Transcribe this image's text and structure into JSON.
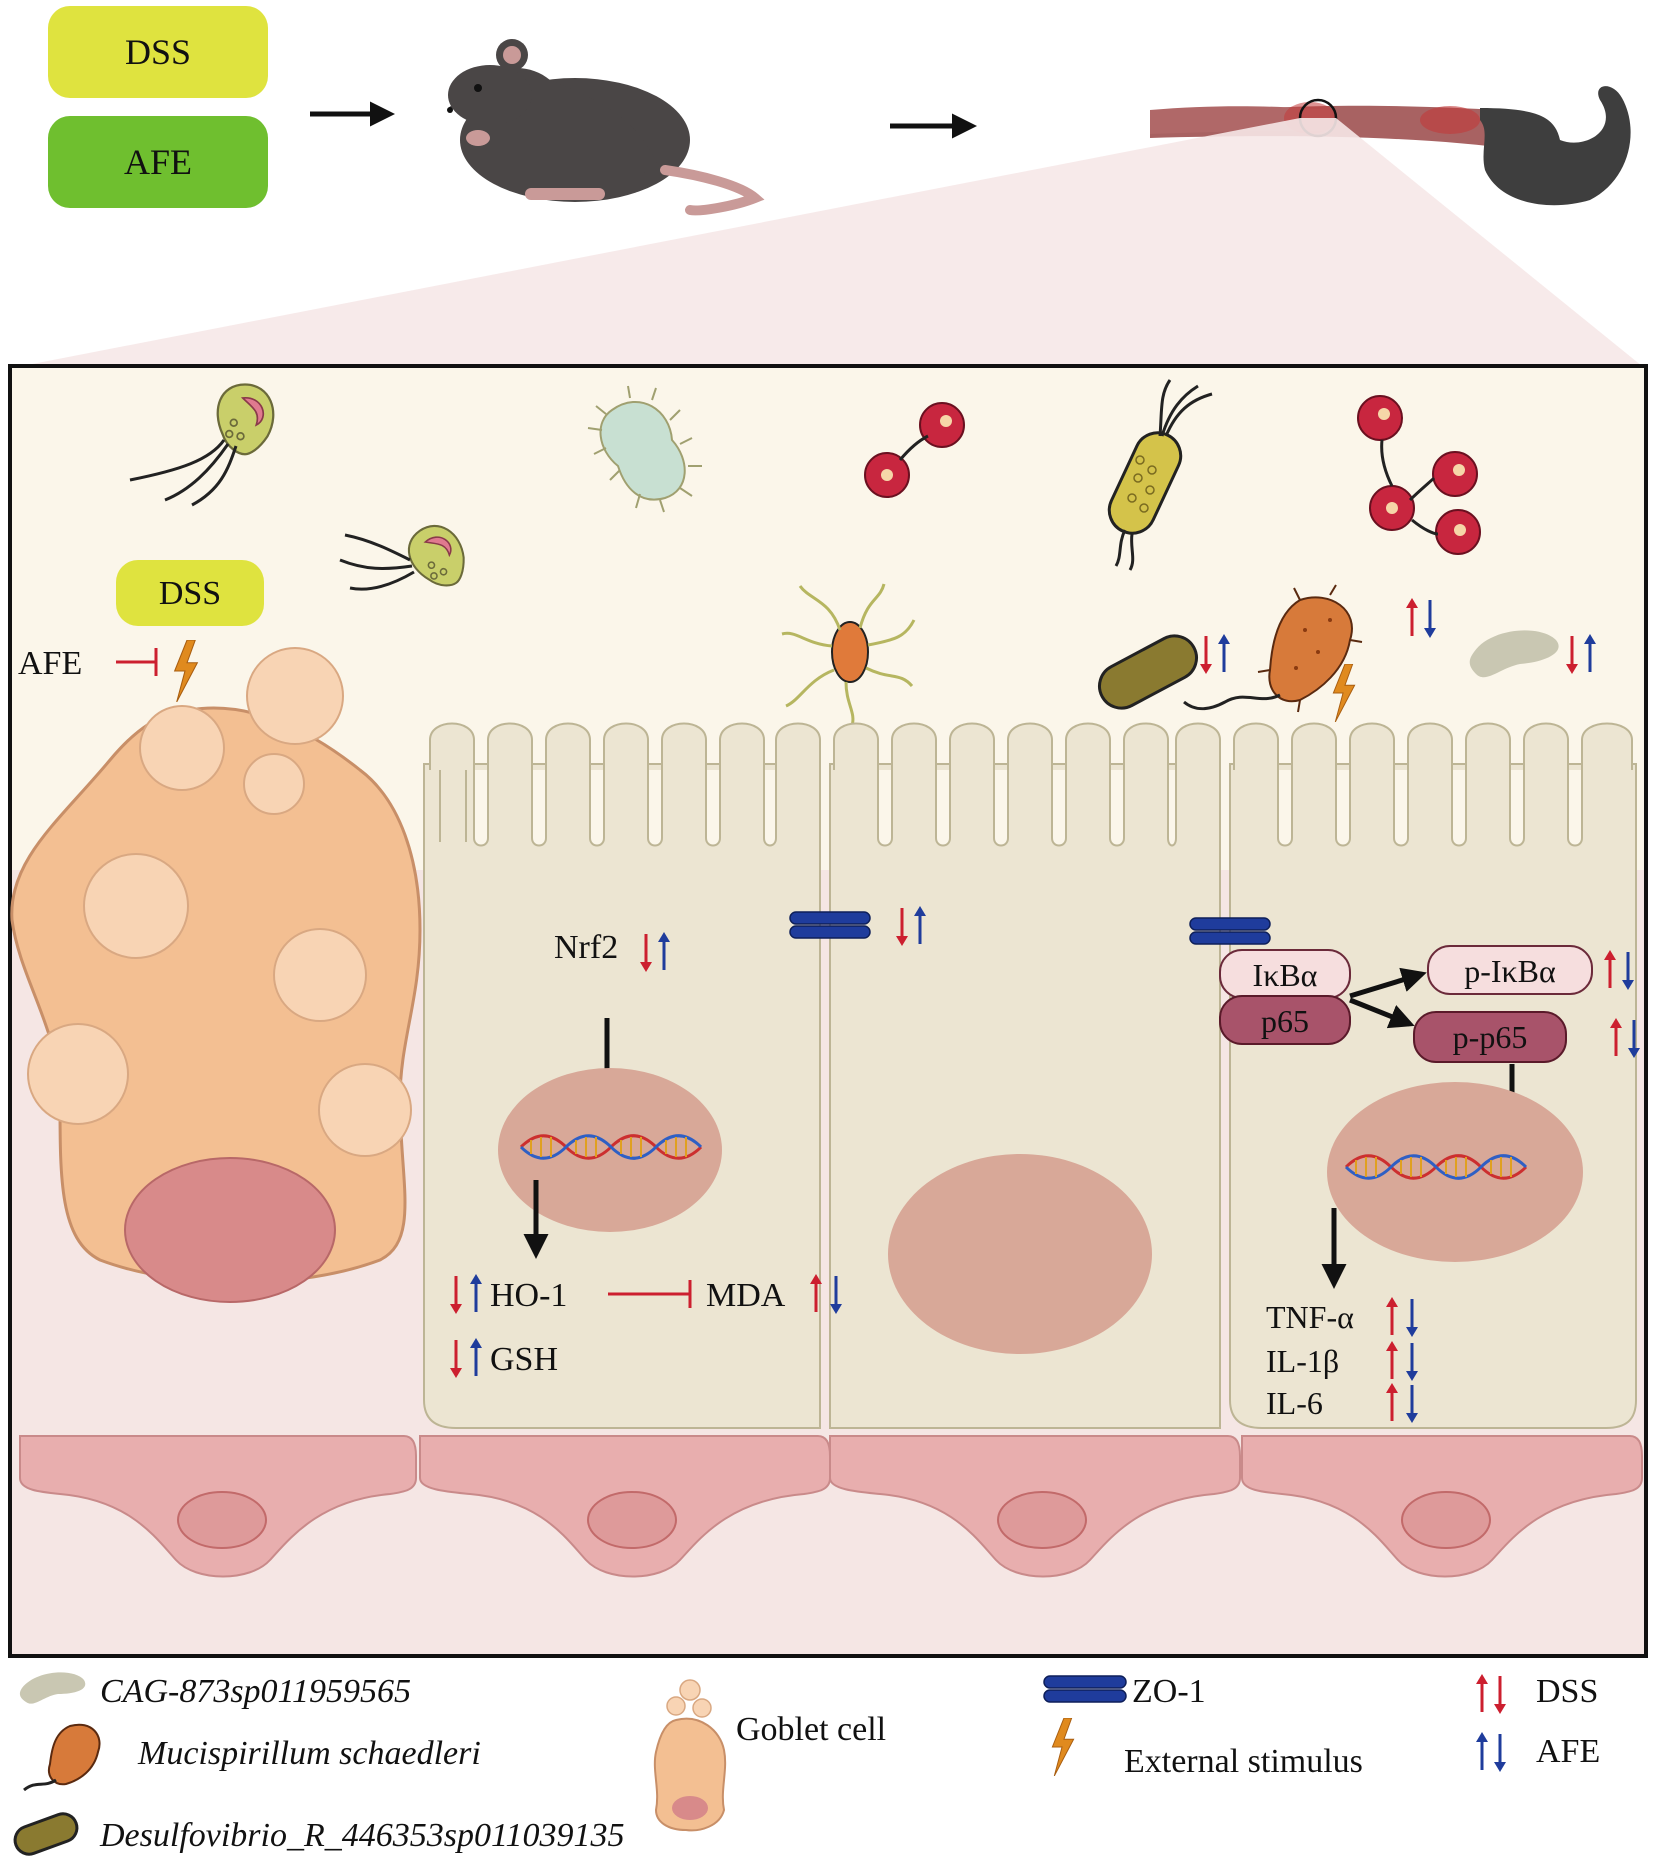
{
  "header": {
    "treatment_1": "DSS",
    "treatment_2": "AFE"
  },
  "lumen": {
    "dss_label": "DSS",
    "afe_label": "AFE"
  },
  "cells": {
    "nrf2": "Nrf2",
    "ho1": "HO-1",
    "mda": "MDA",
    "gsh": "GSH",
    "ikba": "IκBα",
    "p65": "p65",
    "p_ikba": "p-IκBα",
    "p_p65": "p-p65",
    "tnf": "TNF-α",
    "il1b": "IL-1β",
    "il6": "IL-6"
  },
  "legend": {
    "cag": "CAG-873sp011959565",
    "mucispirillum": "Mucispirillum schaedleri",
    "desulfovibrio": "Desulfovibrio_R_446353sp011039135",
    "goblet": "Goblet cell",
    "zo1": "ZO-1",
    "stimulus": "External stimulus",
    "dss": "DSS",
    "afe": "AFE"
  },
  "colors": {
    "dss_box": "#dfe33f",
    "afe_box": "#6fbf2f",
    "up_down_dss": "#cc1f2f",
    "up_down_afe": "#1f3c9c",
    "zo1": "#1f3c9c",
    "stimulus": "#e08a1e",
    "lumen_bg": "#fbf6ea",
    "goblet": "#f3bf92",
    "epithelium": "#ece5d2",
    "nucleus": "#d8a898",
    "basal": "#e8aeae"
  },
  "icons": [
    "mouse-icon",
    "colon-icon",
    "bacteria-icon",
    "lightning-icon",
    "dna-icon",
    "up-arrow-icon",
    "down-arrow-icon"
  ]
}
